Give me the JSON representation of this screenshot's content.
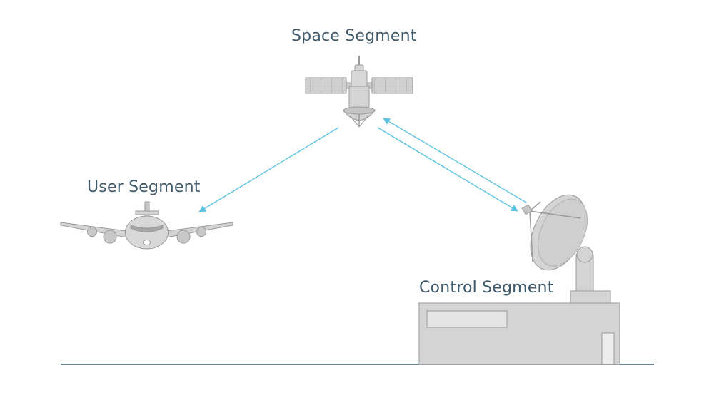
{
  "labels": {
    "space": "Space Segment",
    "user": "User Segment",
    "control": "Control Segment"
  },
  "colors": {
    "label_text": "#3f5a6a",
    "signal_arrow": "#5ec4df",
    "device_fill": "#d4d4d4",
    "device_stroke": "#9a9a9a",
    "ground_line": "#3f5a6a"
  },
  "icons": [
    "satellite-icon",
    "airplane-icon",
    "satellite-dish-icon",
    "ground-station-icon"
  ]
}
